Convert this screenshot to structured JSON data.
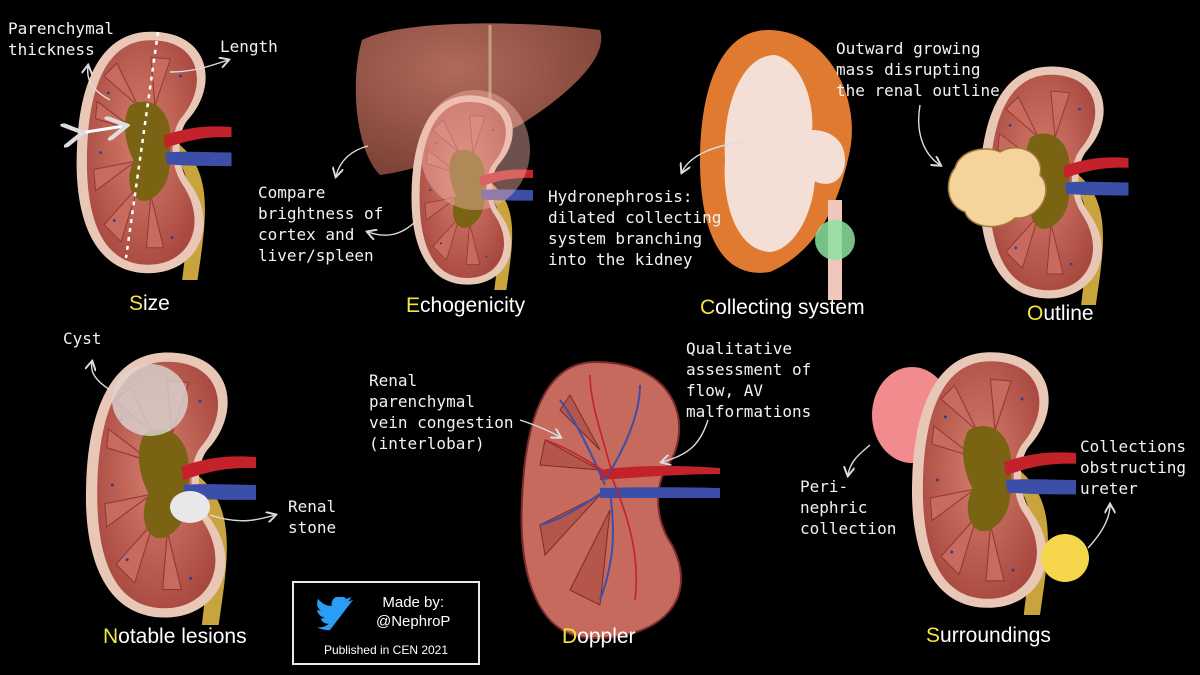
{
  "palette": {
    "background": "#000000",
    "heading_initial": "#f5e63a",
    "kidney_cortex": "#b9574c",
    "kidney_sinus": "#7a6414",
    "artery": "#c3222a",
    "vein": "#3c4fa8",
    "liver": "#9a5a4d"
  },
  "panels": [
    {
      "id": "size",
      "initial": "S",
      "rest": "ize",
      "notes": [
        "Parenchymal\nthickness",
        "Length"
      ]
    },
    {
      "id": "echogenicity",
      "initial": "E",
      "rest": "chogenicity",
      "notes": [
        "Compare\nbrightness of\ncortex and\nliver/spleen"
      ]
    },
    {
      "id": "collecting",
      "initial": "C",
      "rest": "ollecting system",
      "notes": [
        "Hydronephrosis:\ndilated collecting\nsystem branching\ninto the kidney"
      ]
    },
    {
      "id": "outline",
      "initial": "O",
      "rest": "utline",
      "notes": [
        "Outward growing\nmass disrupting\nthe renal outline"
      ]
    },
    {
      "id": "lesions",
      "initial": "N",
      "rest": "otable lesions",
      "notes": [
        "Cyst",
        "Renal\nstone"
      ]
    },
    {
      "id": "doppler",
      "initial": "D",
      "rest": "oppler",
      "notes": [
        "Renal\nparenchymal\nvein congestion\n(interlobar)",
        "Qualitative\nassessment of\nflow, AV\nmalformations"
      ]
    },
    {
      "id": "surroundings",
      "initial": "S",
      "rest": "urroundings",
      "notes": [
        "Peri-\nnephric\ncollection",
        "Collections\nobstructing\nureter"
      ]
    }
  ],
  "credit": {
    "made_by": "Made by:\n@NephroP",
    "published": "Published in CEN 2021",
    "icon": "twitter-bird-icon"
  }
}
